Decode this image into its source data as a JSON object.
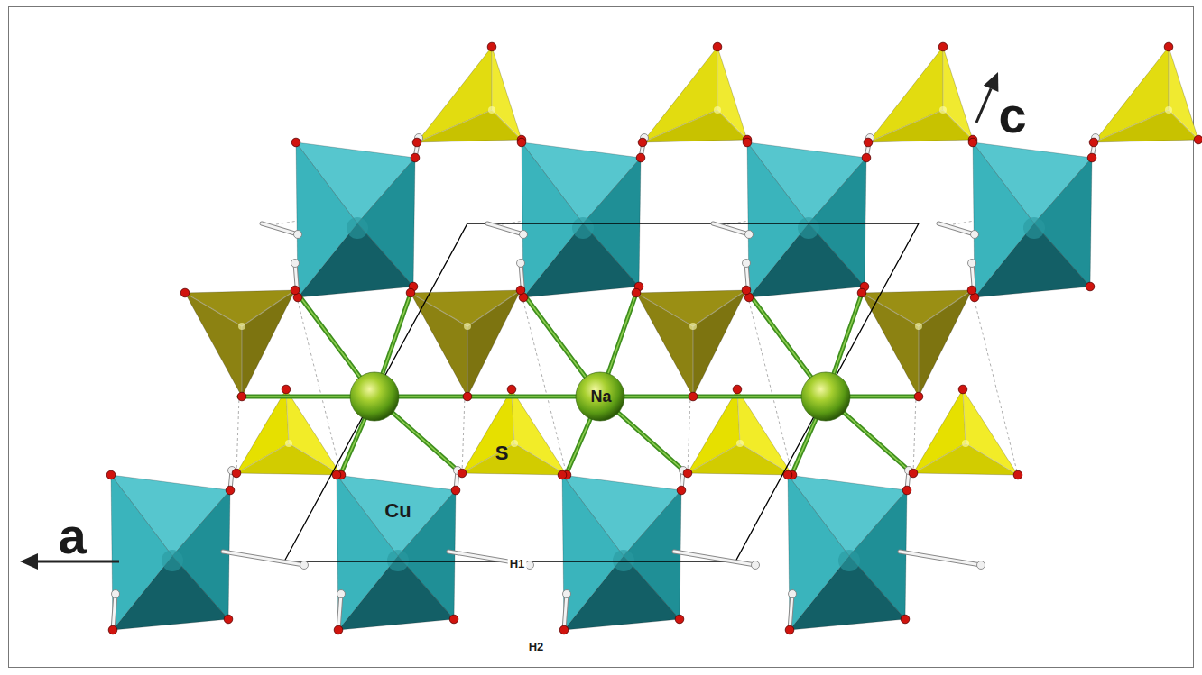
{
  "diagram": {
    "labels": [
      "c",
      "a",
      "Na",
      "S",
      "Cu",
      "H1",
      "H2"
    ]
  }
}
